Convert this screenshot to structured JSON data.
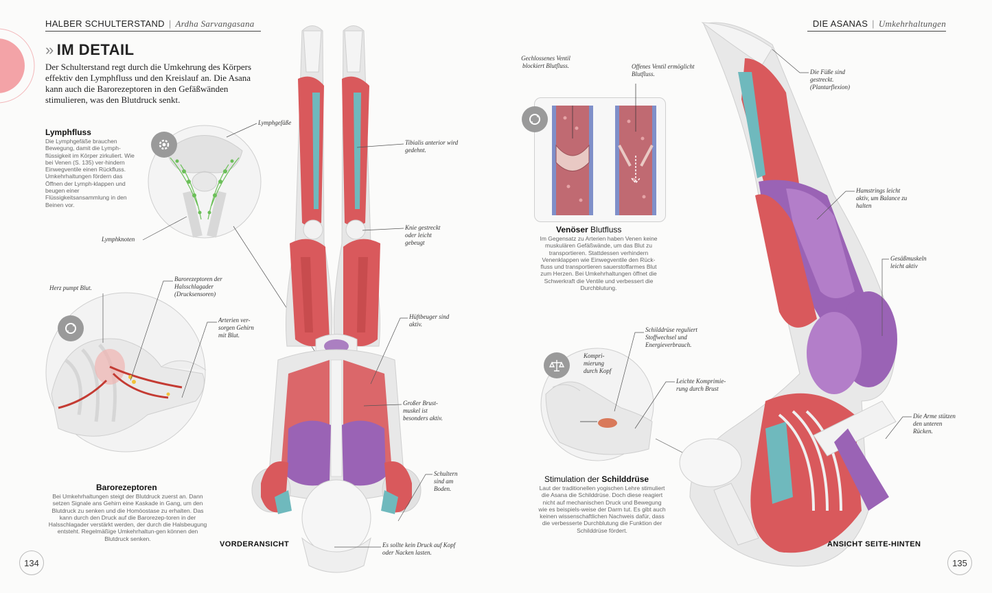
{
  "header_left": {
    "title": "HALBER SCHULTERSTAND",
    "subtitle": "Ardha Sarvangasana"
  },
  "header_right": {
    "title": "DIE ASANAS",
    "subtitle": "Umkehrhaltungen"
  },
  "section_title": "IM DETAIL",
  "intro": "Der Schulterstand regt durch die Umkehrung des Körpers effektiv den Lymphfluss und den Kreislauf an. Die Asana kann auch die Barorezeptoren in den Gefäßwänden stimulieren, was den Blutdruck senkt.",
  "lymph": {
    "heading": "Lymphfluss",
    "text": "Die Lymphgefäße brauchen Bewegung, damit die Lymph-flüssigkeit im Körper zirkuliert. Wie bei Venen (S. 135) ver-hindern Einwegventile einen Rückfluss. Umkehrhaltungen fördern das Öffnen der Lymph-klappen und beugen einer Flüssigkeitsansammlung in den Beinen vor.",
    "label_vessels": "Lymphgefäße",
    "label_nodes": "Lymphknoten",
    "icon": "gear-icon"
  },
  "baro": {
    "heading": "Barorezeptoren",
    "text": "Bei Umkehrhaltungen steigt der Blutdruck zuerst an. Dann setzen Signale ans Gehirn eine Kaskade in Gang, um den Blutdruck zu senken und die Homöostase zu erhalten. Das kann durch den Druck auf die Barorezep-toren in der Halsschlagader verstärkt werden, der durch die Halsbeugung entsteht. Regelmäßige Umkehrhaltun-gen können den Blutdruck senken.",
    "label_heart": "Herz pumpt Blut.",
    "label_receptors": "Barorezeptoren der Halsschlagader (Drucksensoren)",
    "label_arteries": "Arterien ver-sorgen Gehirn mit Blut.",
    "icon": "cycle-icon"
  },
  "front_labels": {
    "tibialis": "Tibialis anterior wird gedehnt.",
    "knee": "Knie gestreckt oder leicht gebeugt",
    "hip": "Hüftbeuger sind aktiv.",
    "chest": "Großer Brust-muskel ist besonders aktiv.",
    "shoulders": "Schultern sind am Boden.",
    "head": "Es sollte kein Druck auf Kopf oder Nacken lasten."
  },
  "front_view": "VORDERANSICHT",
  "veins": {
    "label_closed": "Gechlossenes Ventil blockiert Blutfluss.",
    "label_open": "Offenes Ventil ermöglicht Blutfluss.",
    "heading_bold": "Venöser",
    "heading_rest": " Blutfluss",
    "text": "Im Gegensatz zu Arterien haben Venen keine muskulären Gefäßwände, um das Blut zu transportieren. Stattdessen verhindern Venenklappen wie Einwegventile den Rück-fluss und transportieren sauerstoffarmes Blut zum Herzen. Bei Umkehrhaltungen öffnet die Schwerkraft die Ventile und verbessert die Durchblutung.",
    "icon": "cycle-icon"
  },
  "thyroid": {
    "label_compress": "Kompri-mierung durch Kopf",
    "label_regulates": "Schilddrüse reguliert Stoffwechsel und Energieverbrauch.",
    "label_chest": "Leichte Komprimie-rung durch Brust",
    "heading_normal": "Stimulation der ",
    "heading_bold": "Schilddrüse",
    "text": "Laut der traditionellen yogischen Lehre stimuliert die Asana die Schilddrüse. Doch diese reagiert nicht auf mechanischen Druck und Bewegung wie es beispiels-weise der Darm tut. Es gibt auch keinen wissenschaftlichen Nachweis dafür, dass die verbesserte Durchblutung die Funktion der Schilddrüse fördert.",
    "icon": "scales-icon"
  },
  "side_labels": {
    "feet": "Die Füße sind gestreckt. (Plantarflexion)",
    "hamstrings": "Hamstrings leicht aktiv, um Balance zu halten",
    "glutes": "Gesäßmuskeln leicht aktiv",
    "arms": "Die Arme stützen den unteren Rücken."
  },
  "side_view": "ANSICHT SEITE-HINTEN",
  "page_left": "134",
  "page_right": "135",
  "colors": {
    "muscle": "#d9595c",
    "muscle_dark": "#b8403f",
    "purple": "#9a63b5",
    "teal": "#6fb9bd",
    "bone": "#ececec",
    "accent_pink": "#f3a3a7"
  }
}
